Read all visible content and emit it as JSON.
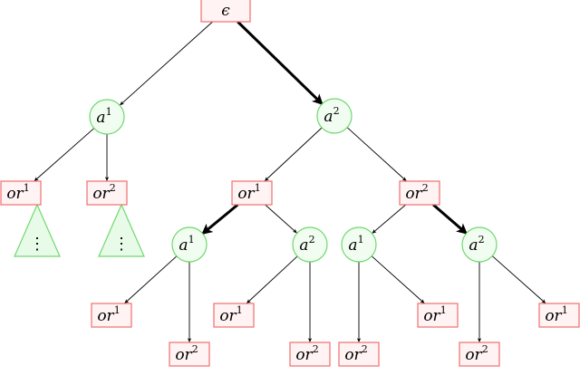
{
  "diagram": {
    "root": {
      "label": "ϵ"
    },
    "action_label_base": "a",
    "or_label_base": "or",
    "nodes": [
      {
        "id": "eps",
        "kind": "or",
        "text": "ϵ",
        "sup": ""
      },
      {
        "id": "a1_top",
        "kind": "action",
        "text": "a",
        "sup": "1"
      },
      {
        "id": "a2_top",
        "kind": "action",
        "text": "a",
        "sup": "2"
      },
      {
        "id": "or1_left",
        "kind": "or",
        "text": "or",
        "sup": "1"
      },
      {
        "id": "or2_left",
        "kind": "or",
        "text": "or",
        "sup": "2"
      },
      {
        "id": "or1_mid",
        "kind": "or",
        "text": "or",
        "sup": "1"
      },
      {
        "id": "or2_mid",
        "kind": "or",
        "text": "or",
        "sup": "2"
      },
      {
        "id": "a1_l",
        "kind": "action",
        "text": "a",
        "sup": "1"
      },
      {
        "id": "a2_l",
        "kind": "action",
        "text": "a",
        "sup": "2"
      },
      {
        "id": "a1_r",
        "kind": "action",
        "text": "a",
        "sup": "1"
      },
      {
        "id": "a2_r",
        "kind": "action",
        "text": "a",
        "sup": "2"
      },
      {
        "id": "or1_b1",
        "kind": "or",
        "text": "or",
        "sup": "1"
      },
      {
        "id": "or2_b1",
        "kind": "or",
        "text": "or",
        "sup": "2"
      },
      {
        "id": "or1_b2",
        "kind": "or",
        "text": "or",
        "sup": "1"
      },
      {
        "id": "or2_b2",
        "kind": "or",
        "text": "or",
        "sup": "2"
      },
      {
        "id": "or2_b3",
        "kind": "or",
        "text": "or",
        "sup": "2"
      },
      {
        "id": "or1_b3",
        "kind": "or",
        "text": "or",
        "sup": "1"
      },
      {
        "id": "or2_b4",
        "kind": "or",
        "text": "or",
        "sup": "2"
      },
      {
        "id": "or1_b4",
        "kind": "or",
        "text": "or",
        "sup": "1"
      }
    ],
    "edges": [
      {
        "from": "eps",
        "to": "a1_top",
        "bold": false
      },
      {
        "from": "eps",
        "to": "a2_top",
        "bold": true
      },
      {
        "from": "a1_top",
        "to": "or1_left",
        "bold": false
      },
      {
        "from": "a1_top",
        "to": "or2_left",
        "bold": false
      },
      {
        "from": "a2_top",
        "to": "or1_mid",
        "bold": false
      },
      {
        "from": "a2_top",
        "to": "or2_mid",
        "bold": false
      },
      {
        "from": "or1_mid",
        "to": "a1_l",
        "bold": true
      },
      {
        "from": "or1_mid",
        "to": "a2_l",
        "bold": false
      },
      {
        "from": "or2_mid",
        "to": "a1_r",
        "bold": false
      },
      {
        "from": "or2_mid",
        "to": "a2_r",
        "bold": true
      },
      {
        "from": "a1_l",
        "to": "or1_b1",
        "bold": false
      },
      {
        "from": "a1_l",
        "to": "or2_b1",
        "bold": false
      },
      {
        "from": "a2_l",
        "to": "or1_b2",
        "bold": false
      },
      {
        "from": "a2_l",
        "to": "or2_b2",
        "bold": false
      },
      {
        "from": "a1_r",
        "to": "or2_b3",
        "bold": false
      },
      {
        "from": "a1_r",
        "to": "or1_b3",
        "bold": false
      },
      {
        "from": "a2_r",
        "to": "or2_b4",
        "bold": false
      },
      {
        "from": "a2_r",
        "to": "or1_b4",
        "bold": false
      }
    ],
    "subtree_ellipsis": "⋮",
    "colors": {
      "or_box_stroke": "#f06e6e",
      "or_box_fill": "#fff3f3",
      "action_stroke": "#6fd86f",
      "action_fill": "#f1fdf1",
      "triangle_stroke": "#6fd86f",
      "triangle_fill": "#e8fbe8",
      "edge": "#000000"
    }
  }
}
